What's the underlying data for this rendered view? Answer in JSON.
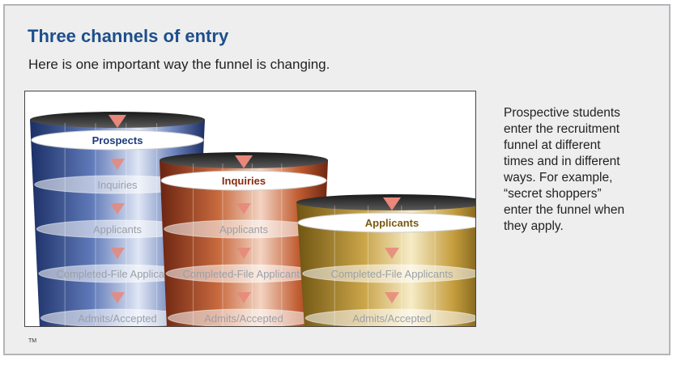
{
  "header": {
    "title": "Three channels of entry",
    "subtitle": "Here is one important way the funnel is changing."
  },
  "figure": {
    "funnels": [
      {
        "entry": "Prospects",
        "stages": [
          "Inquiries",
          "Applicants",
          "Completed-File Applicants",
          "Admits/Accepted"
        ],
        "color": "#3f5aa0",
        "entry_color": "#1d3a7a"
      },
      {
        "entry": "Inquiries",
        "stages": [
          "Applicants",
          "Completed-File Applicants",
          "Admits/Accepted"
        ],
        "color": "#b8542a",
        "entry_color": "#8a2a10"
      },
      {
        "entry": "Applicants",
        "stages": [
          "Completed-File Applicants",
          "Admits/Accepted"
        ],
        "color": "#c49a2e",
        "entry_color": "#7a5a10"
      }
    ],
    "arrow_color": "#e8877a"
  },
  "caption": {
    "lines": [
      "Prospective students",
      "enter the recruitment",
      "funnel at different",
      "times and in different",
      "ways. For example,",
      "“secret shoppers”",
      "enter the funnel when",
      "they apply."
    ]
  },
  "footer": {
    "trademark": "TM"
  }
}
